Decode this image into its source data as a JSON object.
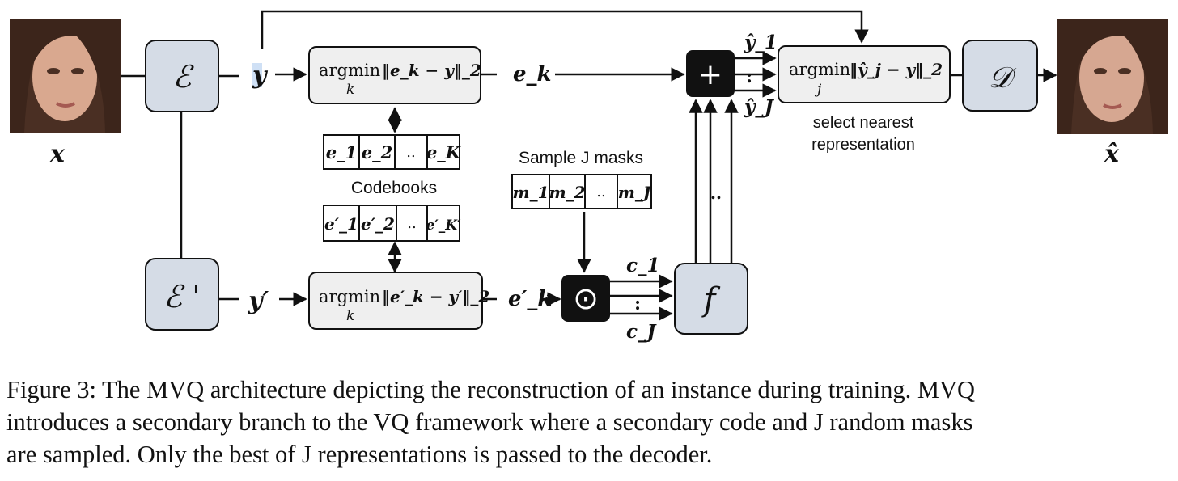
{
  "diagram": {
    "encoder": "ℰ",
    "encoder2": "ℰ '",
    "decoder": "𝒟",
    "input_label": "x",
    "output_label": "x̂",
    "y": "y",
    "y_prime": "y′",
    "argmin1": {
      "op": "argmin",
      "sub": "k",
      "expr": "‖e_k − y‖_2"
    },
    "argmin2": {
      "op": "argmin",
      "sub": "k",
      "expr": "‖e′_k − y′‖_2"
    },
    "argmin3": {
      "op": "argmin",
      "sub": "j",
      "expr": "‖ŷ_j − y‖_2"
    },
    "ek": "e_k",
    "ek_prime": "e′_k",
    "codebook1": [
      "e_1",
      "e_2",
      "..",
      "e_K"
    ],
    "codebook2": [
      "e′_1",
      "e′_2",
      "..",
      "e′_K′"
    ],
    "codebooks_label": "Codebooks",
    "sample_label": "Sample J masks",
    "masks": [
      "m_1",
      "m_2",
      "..",
      "m_J"
    ],
    "plus": "+",
    "odot": "⊙",
    "f": "f",
    "c1": "c_1",
    "cJ": "c_J",
    "y_hat_1": "ŷ_1",
    "y_hat_J": "ŷ_J",
    "vdots": ":",
    "hdots": "..",
    "select_label": [
      "select nearest",
      "representation"
    ]
  },
  "caption": [
    "Figure 3: The MVQ architecture depicting the reconstruction of an instance during training. MVQ",
    "introduces a secondary branch to the VQ framework where a secondary code and J random masks",
    "are sampled. Only the best of J representations is passed to the decoder."
  ]
}
